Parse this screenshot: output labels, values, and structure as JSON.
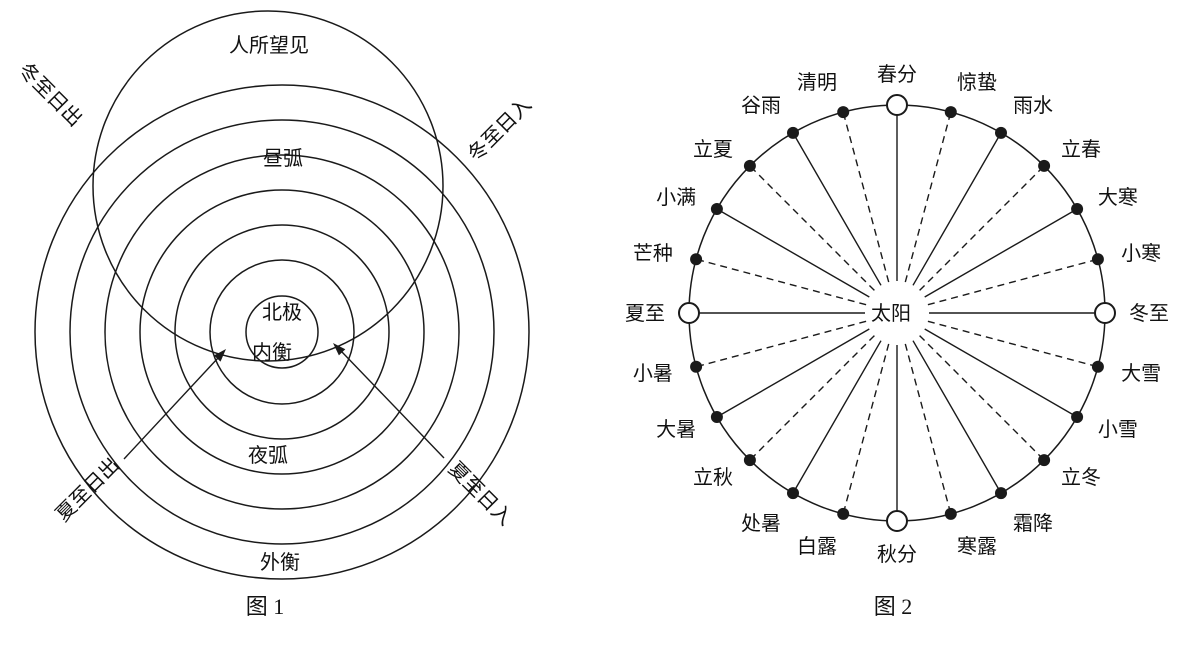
{
  "colors": {
    "ink": "#1a1a1a",
    "background": "#ffffff"
  },
  "fig1": {
    "caption": "图 1",
    "labels": {
      "observer_view": "人所望见",
      "winter_solstice_sunrise": "冬至日出",
      "winter_solstice_sunset": "冬至日入",
      "day_arc": "昼弧",
      "north_pole": "北极",
      "inner_heng": "内衡",
      "night_arc": "夜弧",
      "outer_heng": "外衡",
      "summer_solstice_sunrise": "夏至日出",
      "summer_solstice_sunset": "夏至日入"
    }
  },
  "fig2": {
    "caption": "图 2",
    "center_label": "太阳",
    "terms": [
      {
        "label": "春分",
        "line": "solid",
        "marker": "open"
      },
      {
        "label": "惊蛰",
        "line": "dashed",
        "marker": "dot"
      },
      {
        "label": "雨水",
        "line": "solid",
        "marker": "dot"
      },
      {
        "label": "立春",
        "line": "dashed",
        "marker": "dot"
      },
      {
        "label": "大寒",
        "line": "solid",
        "marker": "dot"
      },
      {
        "label": "小寒",
        "line": "dashed",
        "marker": "dot"
      },
      {
        "label": "冬至",
        "line": "solid",
        "marker": "open"
      },
      {
        "label": "大雪",
        "line": "dashed",
        "marker": "dot"
      },
      {
        "label": "小雪",
        "line": "solid",
        "marker": "dot"
      },
      {
        "label": "立冬",
        "line": "dashed",
        "marker": "dot"
      },
      {
        "label": "霜降",
        "line": "solid",
        "marker": "dot"
      },
      {
        "label": "寒露",
        "line": "dashed",
        "marker": "dot"
      },
      {
        "label": "秋分",
        "line": "solid",
        "marker": "open"
      },
      {
        "label": "白露",
        "line": "dashed",
        "marker": "dot"
      },
      {
        "label": "处暑",
        "line": "solid",
        "marker": "dot"
      },
      {
        "label": "立秋",
        "line": "dashed",
        "marker": "dot"
      },
      {
        "label": "大暑",
        "line": "solid",
        "marker": "dot"
      },
      {
        "label": "小暑",
        "line": "dashed",
        "marker": "dot"
      },
      {
        "label": "夏至",
        "line": "solid",
        "marker": "open"
      },
      {
        "label": "芒种",
        "line": "dashed",
        "marker": "dot"
      },
      {
        "label": "小满",
        "line": "solid",
        "marker": "dot"
      },
      {
        "label": "立夏",
        "line": "dashed",
        "marker": "dot"
      },
      {
        "label": "谷雨",
        "line": "solid",
        "marker": "dot"
      },
      {
        "label": "清明",
        "line": "dashed",
        "marker": "dot"
      }
    ]
  }
}
